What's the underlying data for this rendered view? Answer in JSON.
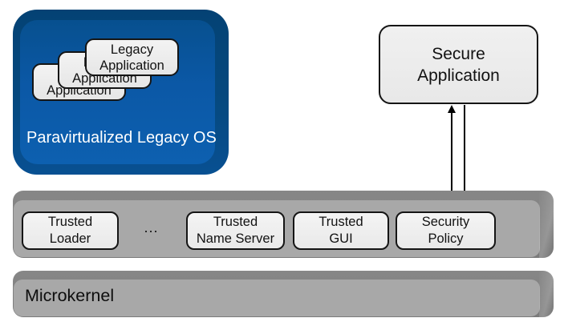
{
  "colors": {
    "os_fill": "#0b58a6",
    "os_bevel": "#06497f",
    "bar_body": "#a8a8a8",
    "bar_bevel": "#7e7e7e",
    "box_fill": "#ededed",
    "box_border": "#151515",
    "arrow": "#000000",
    "os_label_text": "#ffffff"
  },
  "legacy_os": {
    "label": "Paravirtualized Legacy OS",
    "apps": [
      {
        "line1": "Legacy",
        "line2": "Application"
      },
      {
        "line1": "Legacy",
        "line2": "Application"
      },
      {
        "line1": "Legacy",
        "line2": "Application"
      }
    ]
  },
  "secure_app": {
    "line1": "Secure",
    "line2": "Application"
  },
  "services": {
    "ellipsis": "...",
    "items": [
      {
        "line1": "Trusted",
        "line2": "Loader"
      },
      {
        "line1": "Trusted",
        "line2": "Name Server"
      },
      {
        "line1": "Trusted",
        "line2": "GUI"
      },
      {
        "line1": "Security",
        "line2": "Policy"
      }
    ]
  },
  "microkernel": {
    "label": "Microkernel"
  }
}
